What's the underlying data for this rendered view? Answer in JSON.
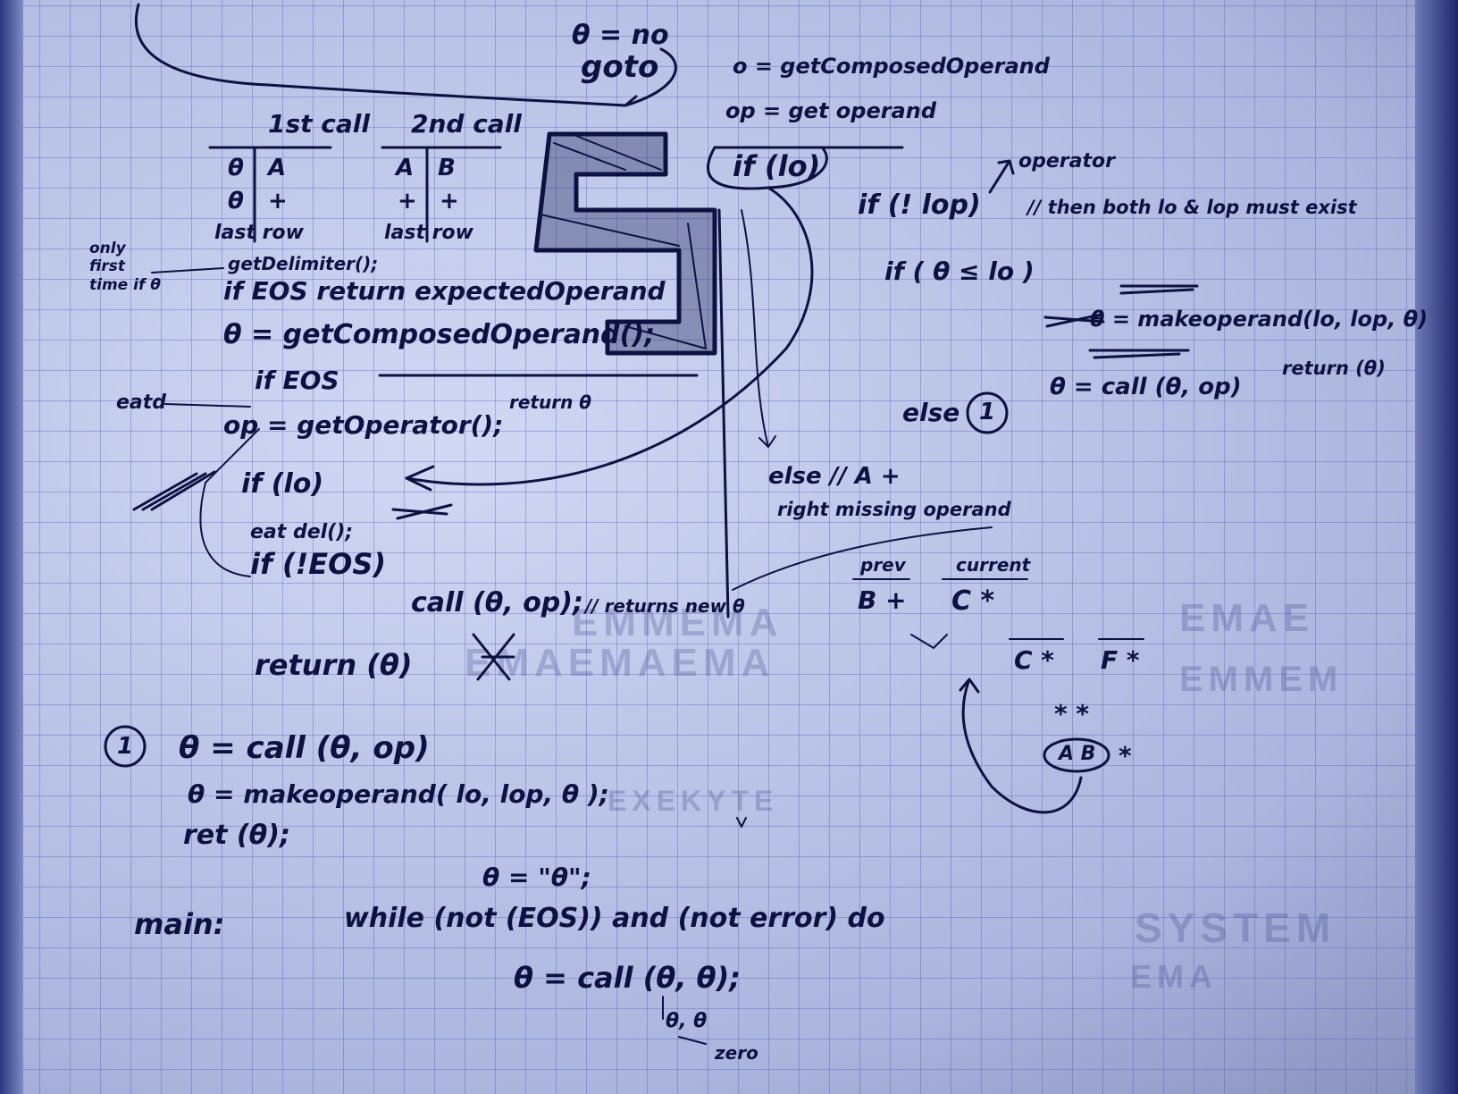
{
  "top": {
    "theta_no": "θ = no",
    "goto": "goto"
  },
  "tables": {
    "first_call": {
      "header": "1st call",
      "rows": [
        [
          "θ",
          "A"
        ],
        [
          "θ",
          "+"
        ]
      ],
      "footer": "last row"
    },
    "second_call": {
      "header": "2nd call",
      "rows": [
        [
          "A",
          "B"
        ],
        [
          "+",
          "+"
        ]
      ],
      "footer": "last row"
    }
  },
  "left_column": {
    "side_note": "only first time if θ",
    "get_delimiter": "getDelimiter();",
    "if_eos_expected": "if EOS return expectedOperand",
    "get_composed": "θ = getComposedOperand();",
    "if_eos": "if EOS",
    "return_theta": "return θ",
    "eat_label": "eatd",
    "get_operator": "op = getOperator();",
    "if_lo": "if (lo)",
    "eat_del": "eat del();",
    "if_not_eos": "if (!EOS)",
    "call_line": "call (θ, op);",
    "call_comment": "// returns new θ",
    "return_final": "return (θ)"
  },
  "right_column": {
    "lo_assign": "o = getComposedOperand",
    "op_assign": "op = get operand",
    "if_lo": "if (lo)",
    "operator_note": "operator",
    "if_not_lop": "if (! lop)",
    "both_exist": "// then both lo & lop must exist",
    "compare": "if ( θ ≤ lo )",
    "make_operand": "θ = makeoperand(lo, lop, θ)",
    "call_theta_op": "θ = call (θ, op)",
    "return_theta": "return (θ)",
    "else_1": "else",
    "marker_1": "1",
    "else_comment": "else // A +",
    "right_missing": "right missing operand",
    "prev_header": "prev",
    "current_header": "current",
    "prev_value": "B +",
    "current_value": "C *",
    "small_a": "C *",
    "small_b": "F *",
    "star_line": "* *",
    "circled": "A B",
    "star": "*"
  },
  "footnote": {
    "marker": "1",
    "line1": "θ = call (θ, op)",
    "line2": "θ = makeoperand( lo, lop, θ );",
    "line3": "ret (θ);"
  },
  "main": {
    "init": "θ = \"θ\";",
    "label": "main:",
    "while_line": "while (not (EOS)) and (not error) do",
    "call_line": "θ = call (θ, θ);",
    "args_note": "θ, θ",
    "zero_note": "zero"
  },
  "ghost_text": {
    "g1": "EMMEMA",
    "g2": "EMAEMAEMA",
    "g3": "EMAE",
    "g4": "EMMEM",
    "g5": "EXEKYTE",
    "g6": "SYSTEM",
    "g7": "EMA"
  }
}
